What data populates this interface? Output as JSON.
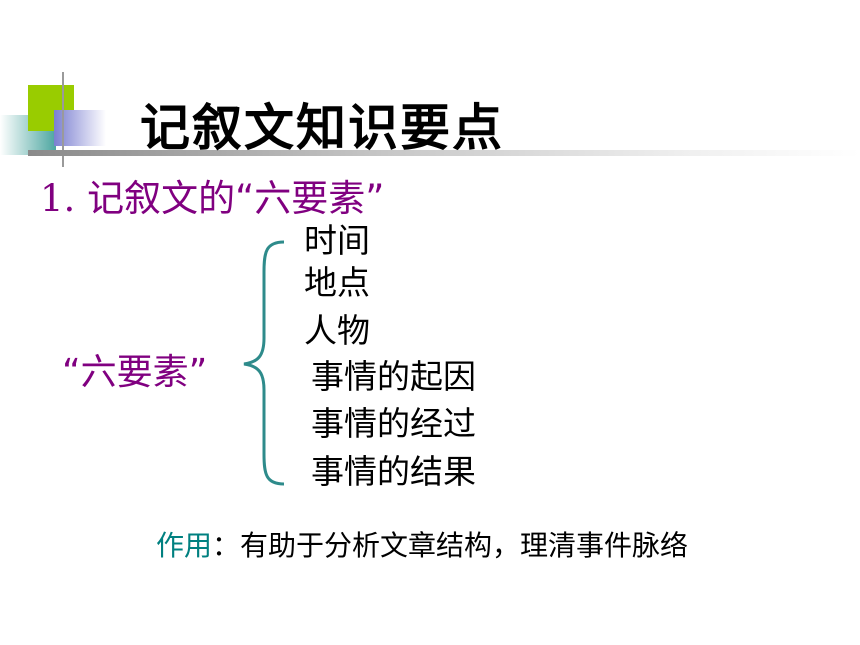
{
  "slide": {
    "title": "记叙文知识要点",
    "subtitle_number": "1.",
    "subtitle_text": " 记叙文的“六要素”",
    "group_label": "“六要素”",
    "elements": [
      "时间",
      "地点",
      "人物",
      "事情的起因",
      "事情的经过",
      "事情的结果"
    ],
    "purpose_key": "作用",
    "purpose_text": "：有助于分析文章结构，理清事件脉络"
  },
  "colors": {
    "title": "#000000",
    "subtitle": "#800080",
    "label": "#800080",
    "bracket": "#2e8b8b",
    "purpose_key": "#008080",
    "accent_green": "#99cc00",
    "accent_blue": "#7b7fd1",
    "accent_teal": "#4ca6a0"
  }
}
